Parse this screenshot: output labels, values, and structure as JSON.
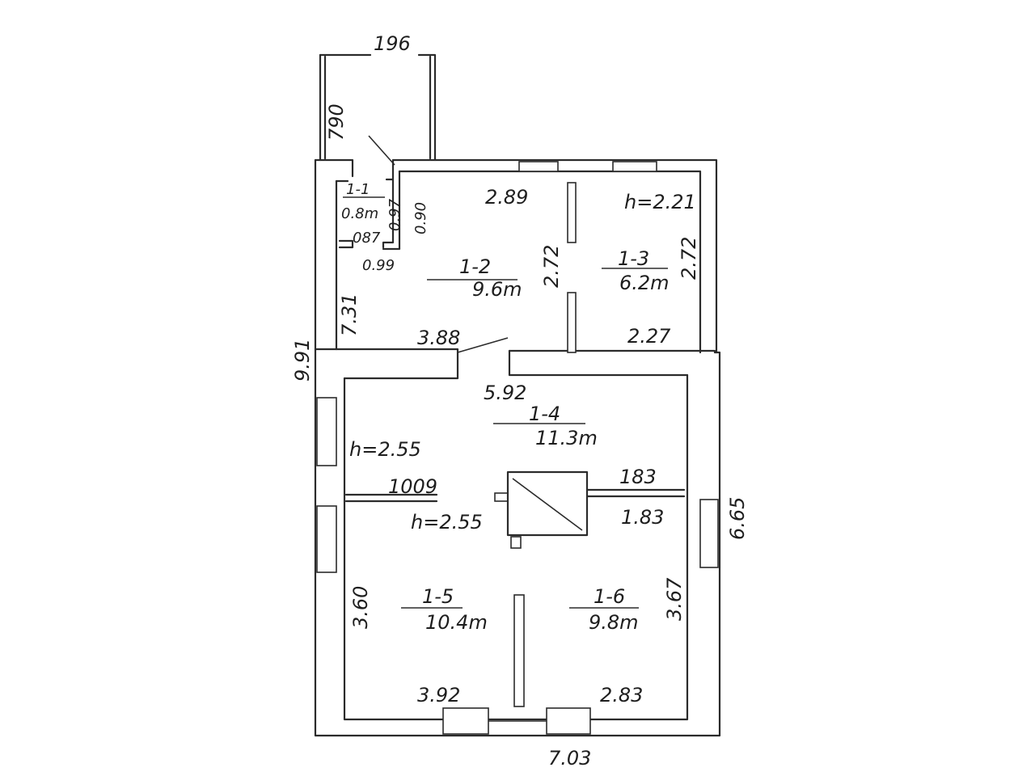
{
  "rooms": [
    {
      "id": "1-1",
      "area": "0.8m"
    },
    {
      "id": "1-2",
      "area": "9.6m"
    },
    {
      "id": "1-3",
      "area": "6.2m"
    },
    {
      "id": "1-4",
      "area": "11.3m"
    },
    {
      "id": "1-5",
      "area": "10.4m"
    },
    {
      "id": "1-6",
      "area": "9.8m"
    }
  ],
  "dimensions": {
    "porch_width": "196",
    "porch_depth": "790",
    "wall_1_1_a": "0.97",
    "wall_1_1_b": "0.90",
    "wall_1_1_c": "087",
    "wall_1_1_d": "0.99",
    "room_1_2_top": "2.89",
    "room_1_2_height": "2.72",
    "room_1_2_left": "7.31",
    "room_1_2_bottom": "3.88",
    "room_1_3_ceiling": "h=2.21",
    "room_1_3_side": "2.72",
    "room_1_3_bottom": "2.27",
    "overall_height": "9.91",
    "room_1_4_top": "5.92",
    "room_1_4_ceiling": "h=2.55",
    "partition_len": "1009",
    "lower_ceiling": "h=2.55",
    "stove_right_top": "183",
    "stove_right_bottom": "1.83",
    "right_wall": "6.65",
    "room_1_5_side": "3.60",
    "room_1_6_side": "3.67",
    "room_1_5_bottom": "3.92",
    "room_1_6_bottom": "2.83",
    "overall_width": "7.03"
  }
}
